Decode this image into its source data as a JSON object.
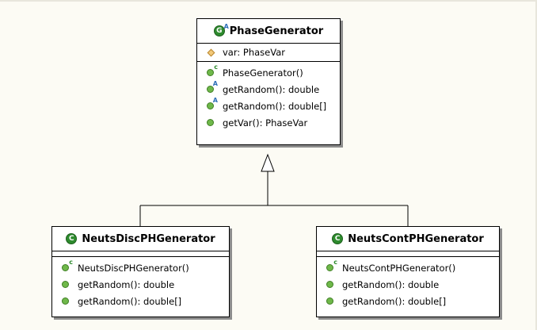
{
  "classes": {
    "phase_generator": {
      "badge": "G",
      "badge_sup": "A",
      "name": "PhaseGenerator",
      "attributes": [
        {
          "icon": "protected-field-icon",
          "text": "var: PhaseVar"
        }
      ],
      "methods": [
        {
          "icon": "constructor-icon",
          "sup": "c",
          "text": "PhaseGenerator()"
        },
        {
          "icon": "abstract-method-icon",
          "sup": "A",
          "text": "getRandom(): double"
        },
        {
          "icon": "abstract-method-icon",
          "sup": "A",
          "text": "getRandom(): double[]"
        },
        {
          "icon": "public-method-icon",
          "sup": "",
          "text": "getVar(): PhaseVar"
        }
      ]
    },
    "neuts_disc": {
      "badge": "C",
      "name": "NeutsDiscPHGenerator",
      "methods": [
        {
          "icon": "constructor-icon",
          "sup": "c",
          "text": "NeutsDiscPHGenerator()"
        },
        {
          "icon": "public-method-icon",
          "sup": "",
          "text": "getRandom(): double"
        },
        {
          "icon": "public-method-icon",
          "sup": "",
          "text": "getRandom(): double[]"
        }
      ]
    },
    "neuts_cont": {
      "badge": "C",
      "name": "NeutsContPHGenerator",
      "methods": [
        {
          "icon": "constructor-icon",
          "sup": "c",
          "text": "NeutsContPHGenerator()"
        },
        {
          "icon": "public-method-icon",
          "sup": "",
          "text": "getRandom(): double"
        },
        {
          "icon": "public-method-icon",
          "sup": "",
          "text": "getRandom(): double[]"
        }
      ]
    }
  },
  "relations": [
    {
      "type": "generalization",
      "from": "NeutsDiscPHGenerator",
      "to": "PhaseGenerator"
    },
    {
      "type": "generalization",
      "from": "NeutsContPHGenerator",
      "to": "PhaseGenerator"
    }
  ],
  "colors": {
    "class_badge": "#2e8b2e",
    "abstract_marker": "#2e6fb8",
    "method_dot": "#6fb84a",
    "field_diamond": "#f2c879",
    "background": "#fcfbf4"
  }
}
